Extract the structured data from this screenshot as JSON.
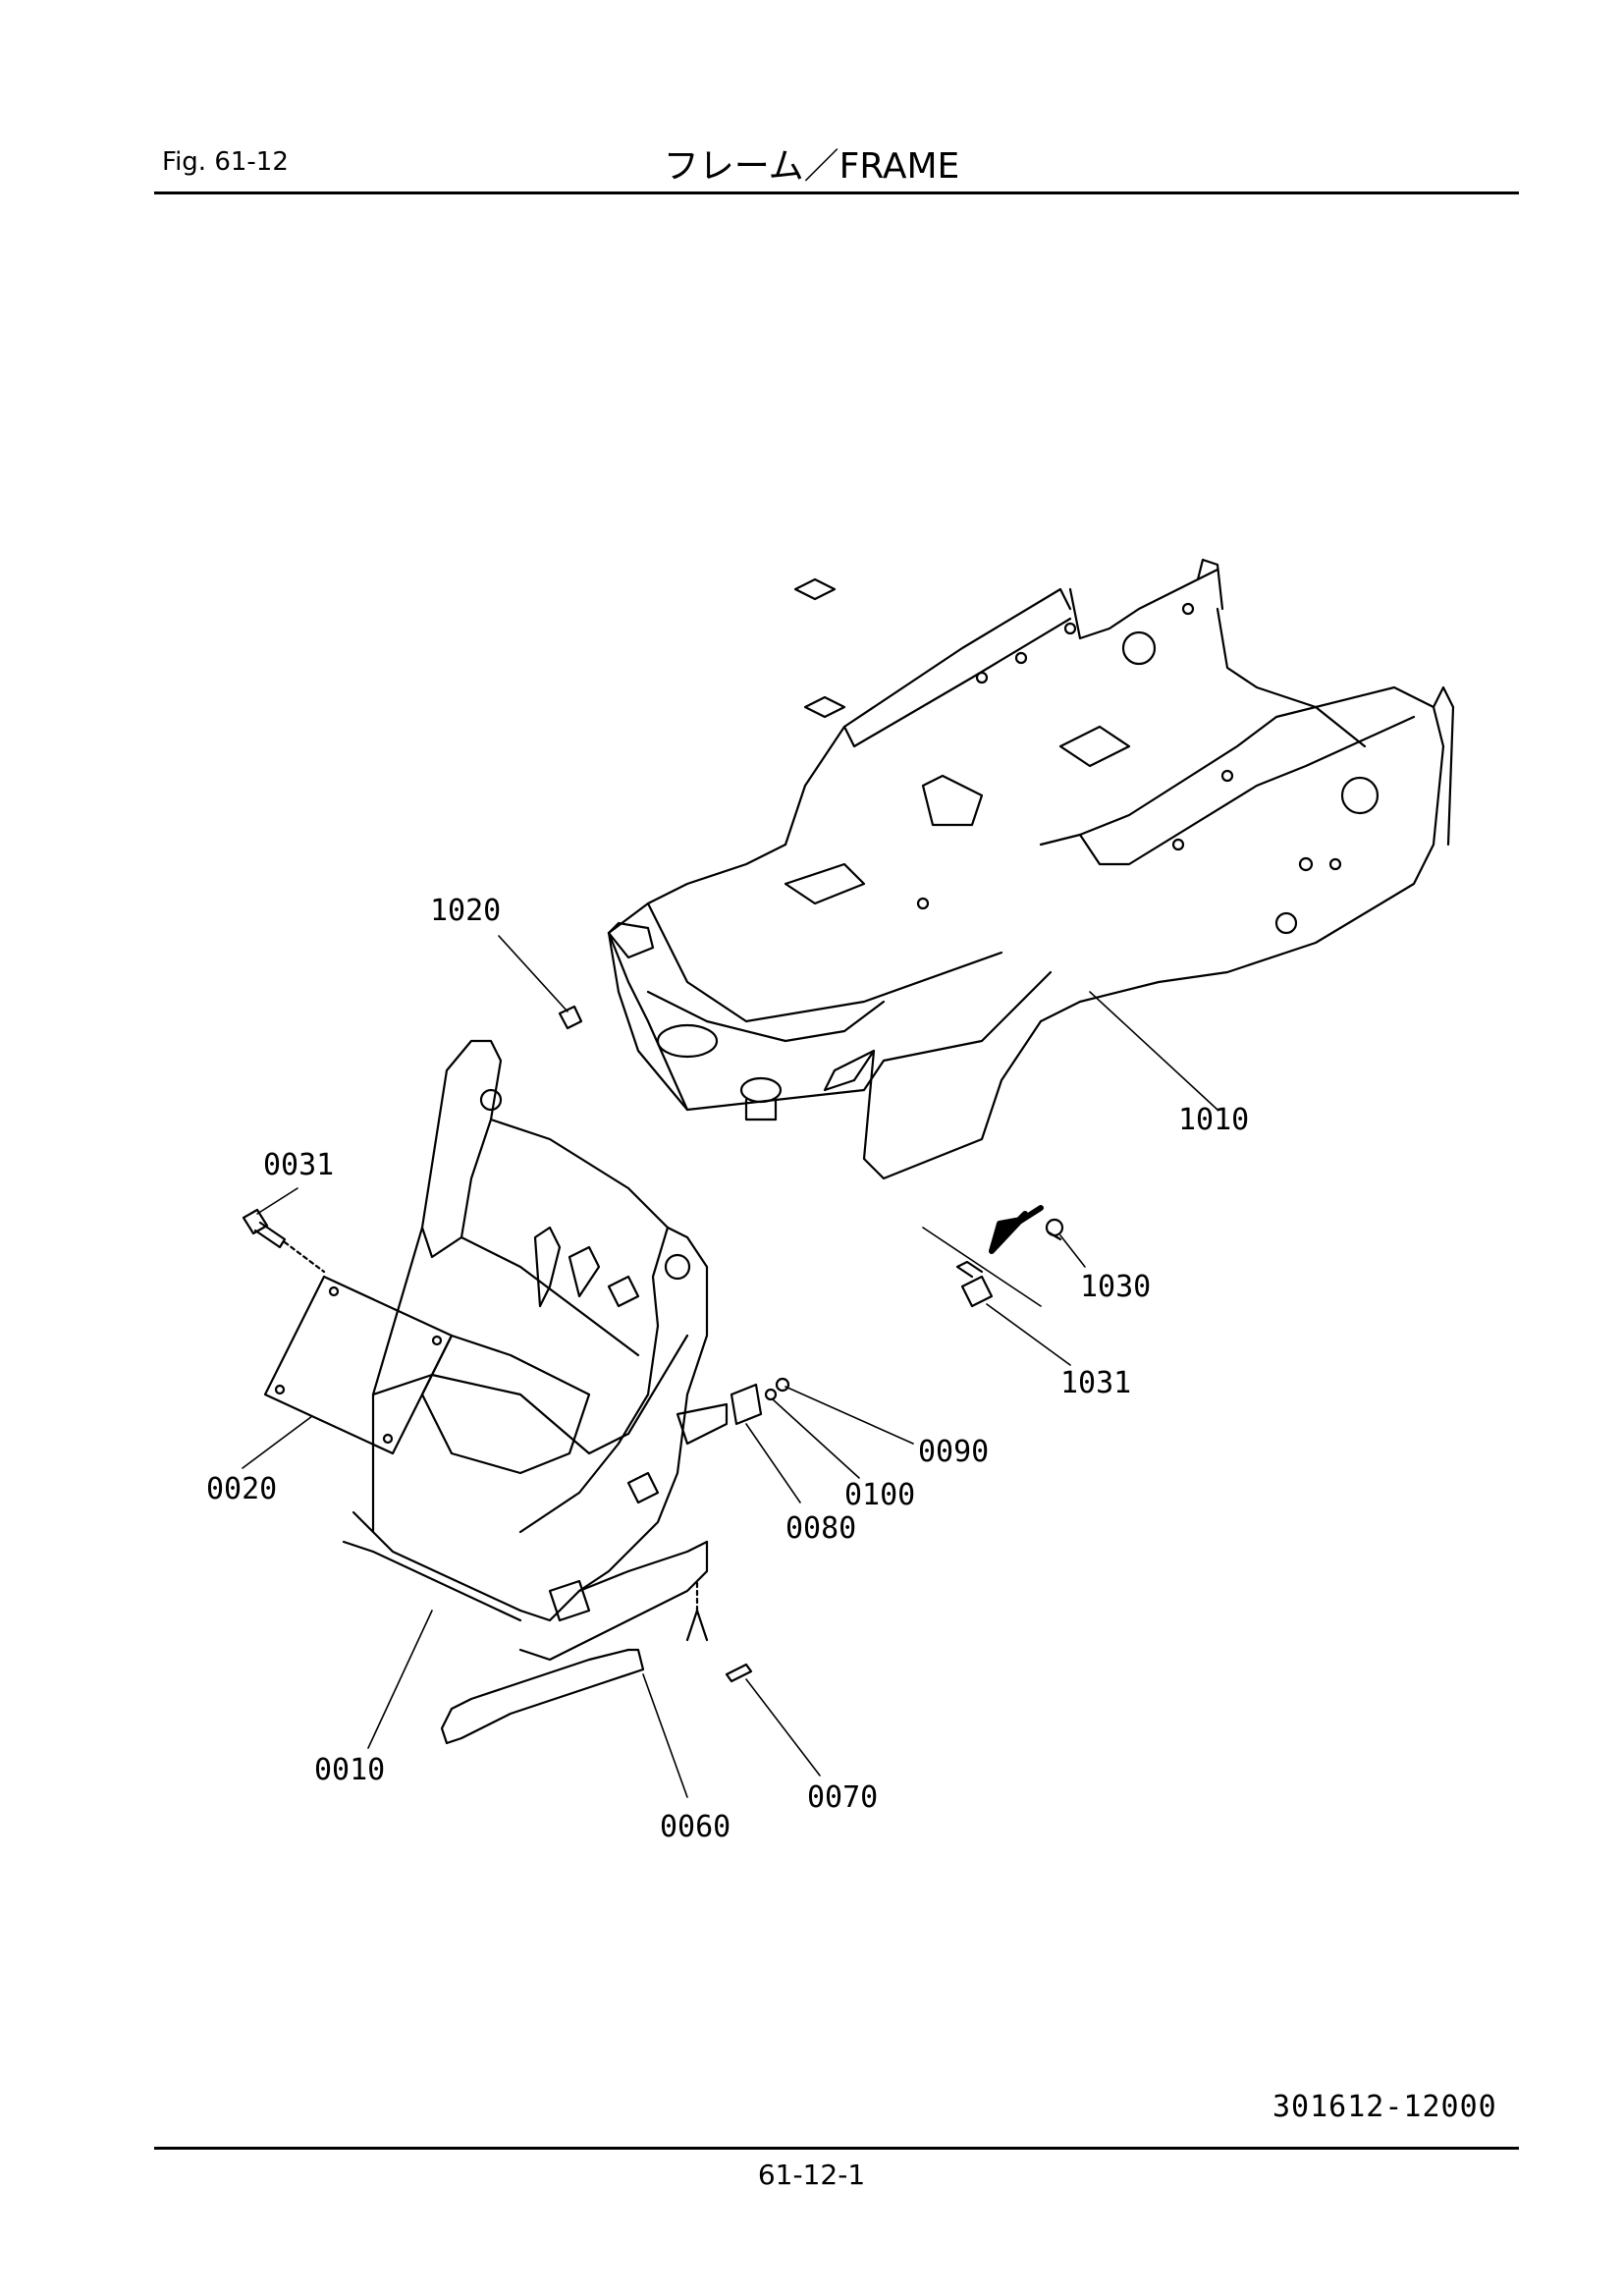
{
  "header": {
    "fig_label": "Fig. 61-12",
    "title": "フレーム／FRAME"
  },
  "drawing": {
    "callouts": [
      "1020",
      "1010",
      "0031",
      "1030",
      "1031",
      "0090",
      "0100",
      "0080",
      "0020",
      "0010",
      "0070",
      "0060"
    ],
    "drawing_number": "301612-12000"
  },
  "footer": {
    "page_number": "61-12-1"
  }
}
